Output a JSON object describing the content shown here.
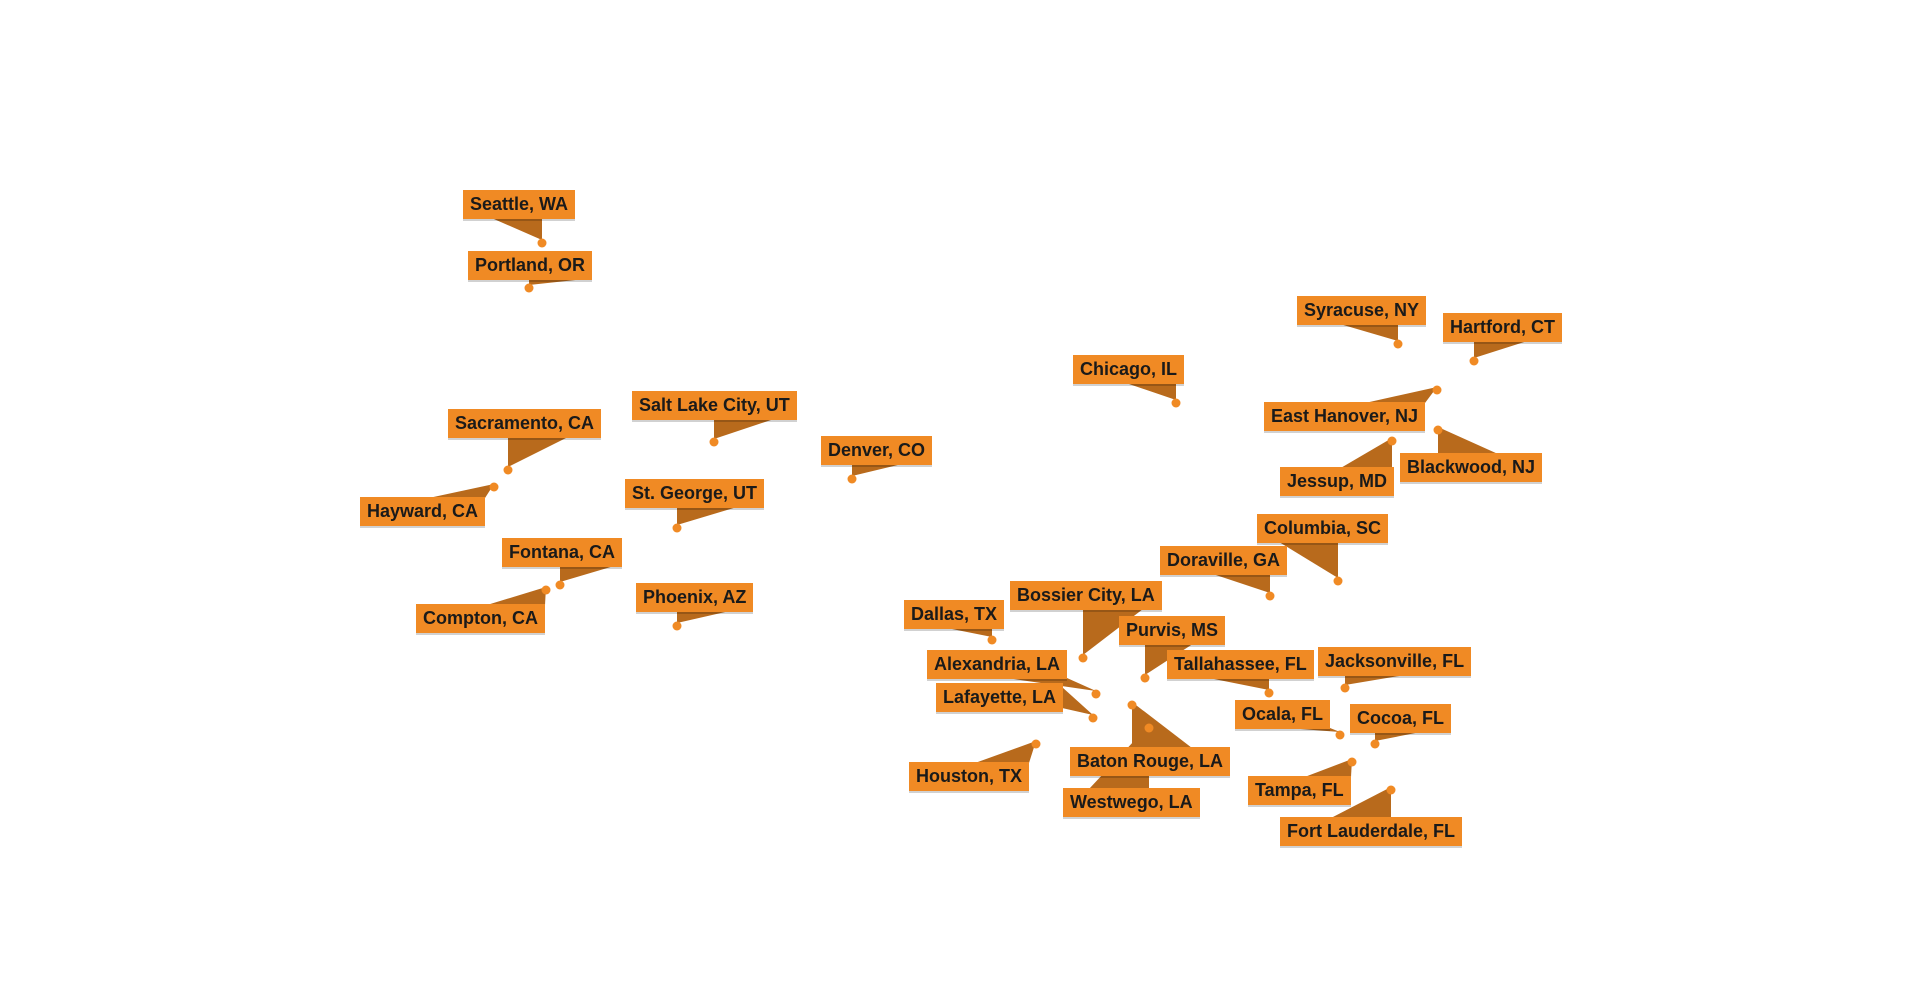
{
  "colors": {
    "label_fill": "#F08A24",
    "pointer_fill": "#B86A1C",
    "dot_fill": "#F08A24",
    "label_text": "#1a1a1a",
    "background": "#FFFFFF"
  },
  "locations": [
    {
      "id": "seattle",
      "label": "Seattle, WA"
    },
    {
      "id": "portland",
      "label": "Portland, OR"
    },
    {
      "id": "sacramento",
      "label": "Sacramento, CA"
    },
    {
      "id": "hayward",
      "label": "Hayward, CA"
    },
    {
      "id": "fontana",
      "label": "Fontana, CA"
    },
    {
      "id": "compton",
      "label": "Compton, CA"
    },
    {
      "id": "salt-lake-city",
      "label": "Salt Lake City, UT"
    },
    {
      "id": "st-george",
      "label": "St. George, UT"
    },
    {
      "id": "phoenix",
      "label": "Phoenix, AZ"
    },
    {
      "id": "denver",
      "label": "Denver, CO"
    },
    {
      "id": "chicago",
      "label": "Chicago, IL"
    },
    {
      "id": "syracuse",
      "label": "Syracuse, NY"
    },
    {
      "id": "hartford",
      "label": "Hartford, CT"
    },
    {
      "id": "east-hanover",
      "label": "East Hanover, NJ"
    },
    {
      "id": "jessup",
      "label": "Jessup, MD"
    },
    {
      "id": "blackwood",
      "label": "Blackwood, NJ"
    },
    {
      "id": "columbia",
      "label": "Columbia, SC"
    },
    {
      "id": "doraville",
      "label": "Doraville, GA"
    },
    {
      "id": "bossier-city",
      "label": "Bossier City, LA"
    },
    {
      "id": "dallas",
      "label": "Dallas, TX"
    },
    {
      "id": "purvis",
      "label": "Purvis, MS"
    },
    {
      "id": "alexandria",
      "label": "Alexandria, LA"
    },
    {
      "id": "tallahassee",
      "label": "Tallahassee, FL"
    },
    {
      "id": "jacksonville",
      "label": "Jacksonville, FL"
    },
    {
      "id": "lafayette",
      "label": "Lafayette, LA"
    },
    {
      "id": "ocala",
      "label": "Ocala, FL"
    },
    {
      "id": "cocoa",
      "label": "Cocoa, FL"
    },
    {
      "id": "houston",
      "label": "Houston, TX"
    },
    {
      "id": "baton-rouge",
      "label": "Baton Rouge, LA"
    },
    {
      "id": "tampa",
      "label": "Tampa, FL"
    },
    {
      "id": "westwego",
      "label": "Westwego, LA"
    },
    {
      "id": "fort-lauderdale",
      "label": "Fort Lauderdale, FL"
    }
  ]
}
